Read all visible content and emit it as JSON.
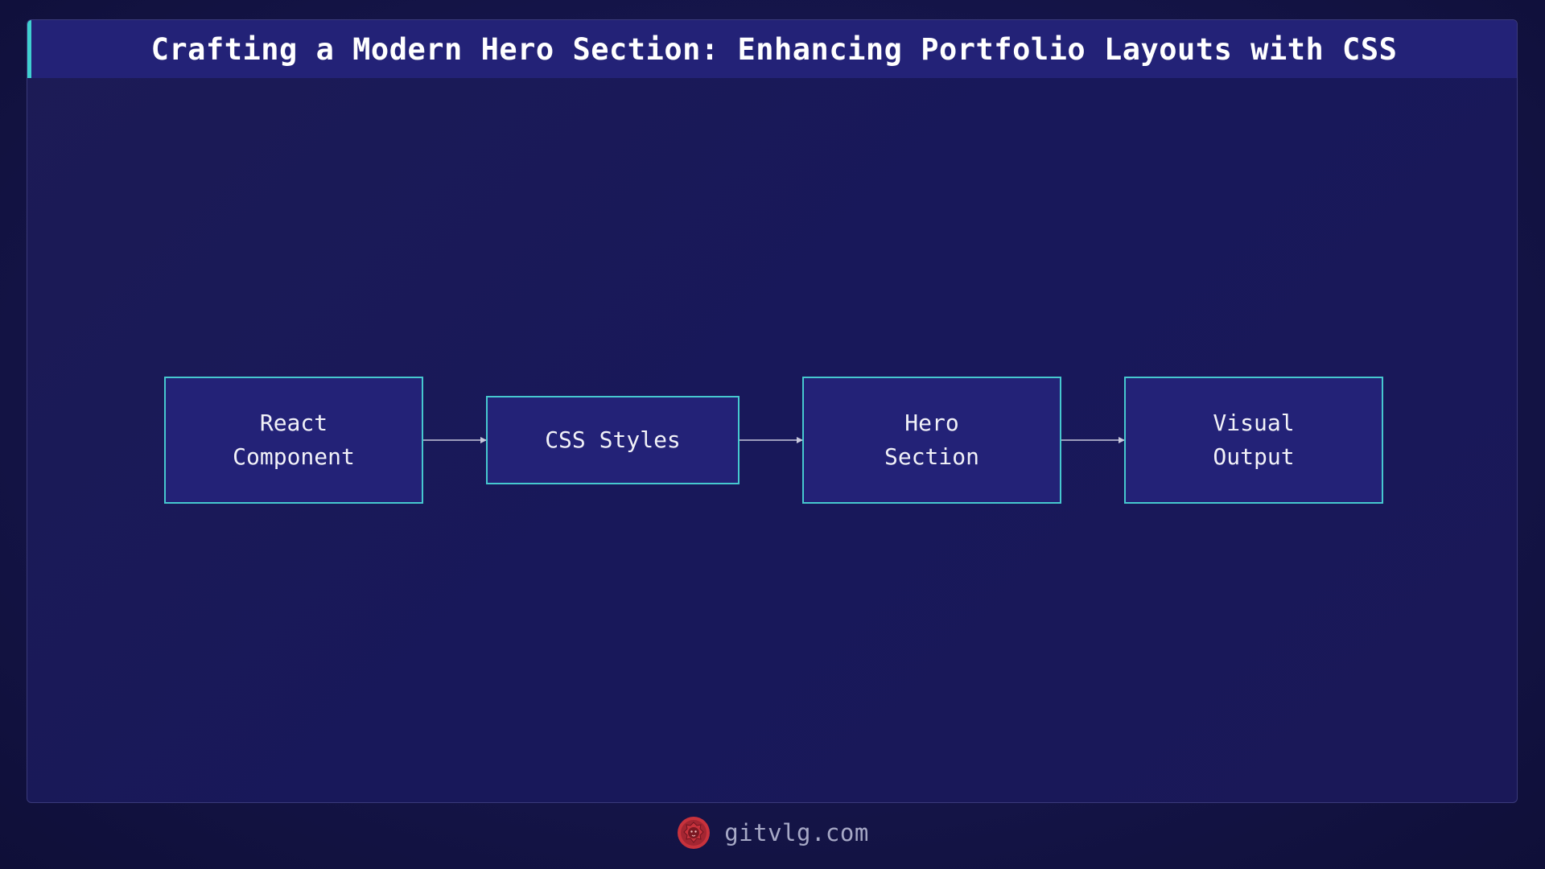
{
  "title": "Crafting a Modern Hero Section: Enhancing Portfolio Layouts with CSS",
  "nodes": [
    {
      "label": "React\nComponent"
    },
    {
      "label": "CSS Styles"
    },
    {
      "label": "Hero\nSection"
    },
    {
      "label": "Visual\nOutput"
    }
  ],
  "edges": [
    {
      "from": "React Component",
      "to": "CSS Styles"
    },
    {
      "from": "CSS Styles",
      "to": "Hero Section"
    },
    {
      "from": "Hero Section",
      "to": "Visual Output"
    }
  ],
  "footer": {
    "site": "gitvlg.com",
    "logo_icon": "lion-logo-icon"
  },
  "colors": {
    "background": "#15154a",
    "panel": "#1c1b55",
    "title_bar": "#232277",
    "accent": "#3fd0d0",
    "node_fill": "#232277",
    "node_border": "#46c8cf",
    "edge": "#c8c8dc",
    "logo": "#c8323c"
  }
}
